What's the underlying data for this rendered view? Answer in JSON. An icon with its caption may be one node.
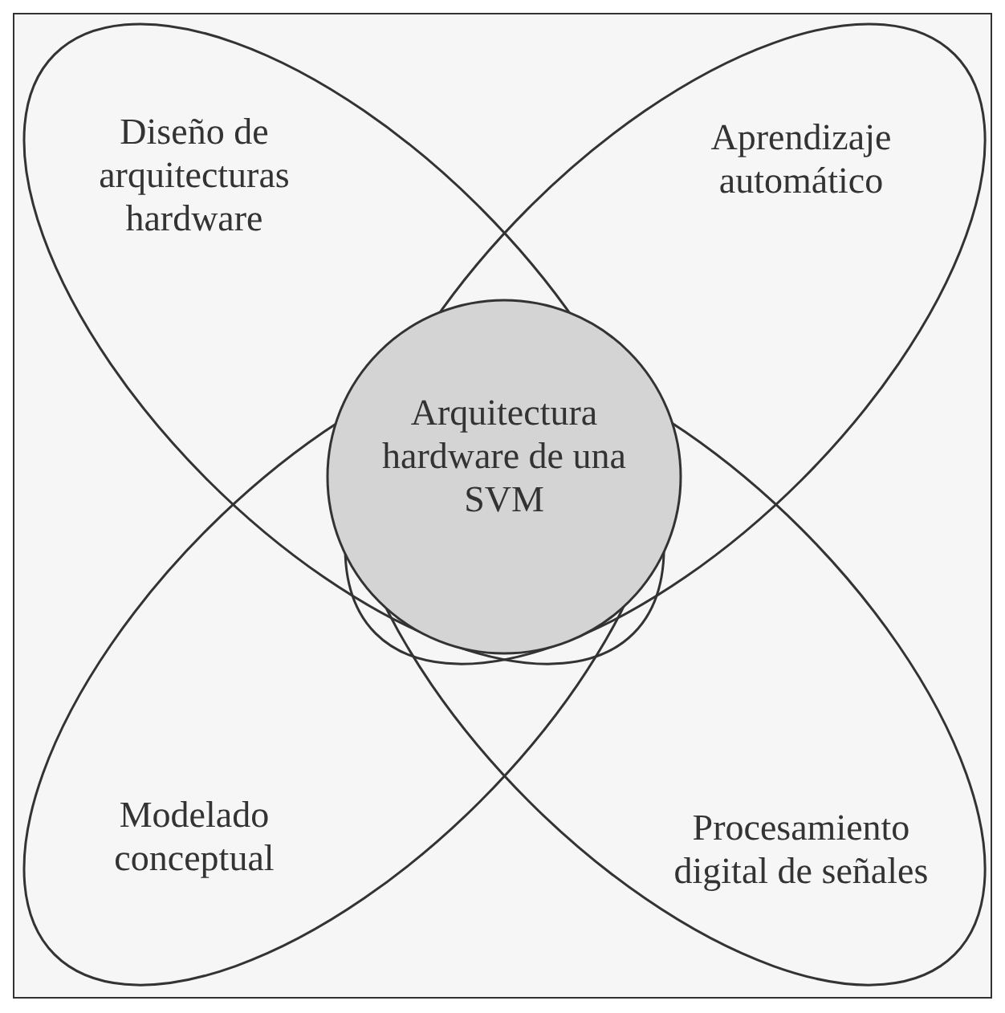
{
  "diagram": {
    "nodes": [
      {
        "text": [
          "Diseño de arquitecturas hardware"
        ]
      },
      {
        "text": [
          "Aprendizaje automático"
        ]
      },
      {
        "text": [
          "Modelado conceptual"
        ]
      },
      {
        "text": [
          "Procesamiento digital de señales"
        ]
      },
      {
        "text": [
          "Arquitectura hardware de una SVM"
        ]
      }
    ],
    "edges": []
  }
}
